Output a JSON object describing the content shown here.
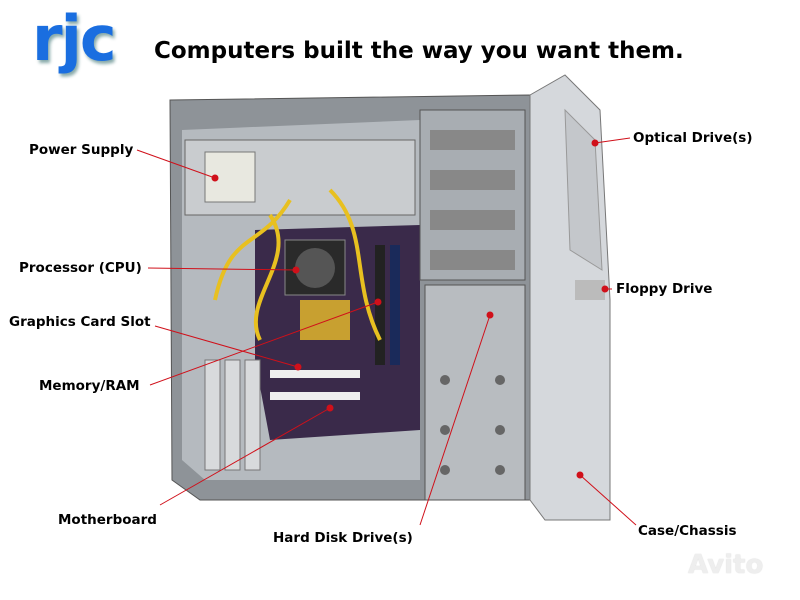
{
  "header": {
    "logo": "rjc",
    "tagline": "Computers built the way you want them."
  },
  "labels": {
    "power_supply": "Power Supply",
    "processor": "Processor (CPU)",
    "graphics_slot": "Graphics Card Slot",
    "memory": "Memory/RAM",
    "motherboard": "Motherboard",
    "hard_disk": "Hard Disk Drive(s)",
    "optical": "Optical Drive(s)",
    "floppy": "Floppy Drive",
    "case": "Case/Chassis"
  },
  "watermark": "Avito",
  "colors": {
    "logo": "#1a6ee0",
    "leader": "#d0101a"
  }
}
